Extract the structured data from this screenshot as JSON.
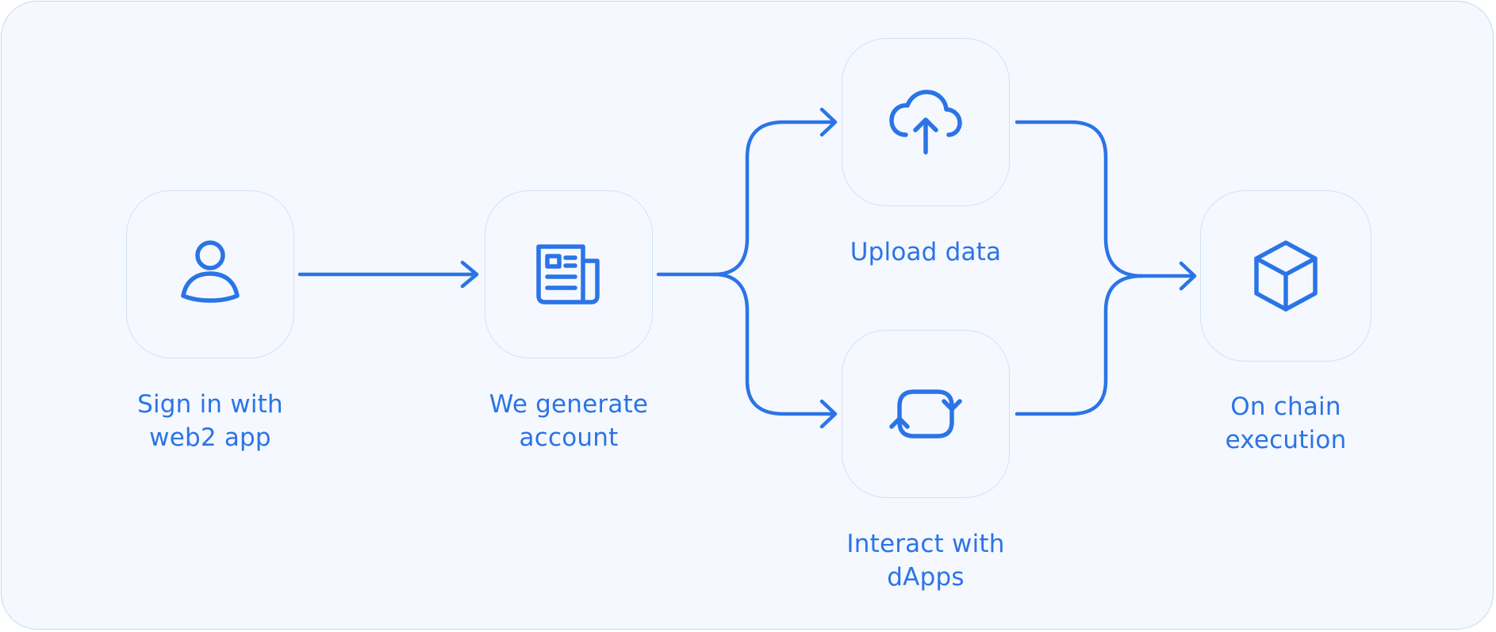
{
  "colors": {
    "accent": "#2a74e6",
    "background": "#f5f8fe",
    "border": "#c5d8f3",
    "node_border": "#d3e2f7"
  },
  "nodes": [
    {
      "id": "sign-in",
      "icon": "user-icon",
      "label": "Sign in with\nweb2 app"
    },
    {
      "id": "generate-account",
      "icon": "newspaper-icon",
      "label": "We generate\naccount"
    },
    {
      "id": "upload-data",
      "icon": "cloud-upload-icon",
      "label": "Upload data"
    },
    {
      "id": "interact-dapps",
      "icon": "refresh-icon",
      "label": "Interact with\ndApps"
    },
    {
      "id": "on-chain",
      "icon": "cube-icon",
      "label": "On chain\nexecution"
    }
  ],
  "edges": [
    {
      "from": "sign-in",
      "to": "generate-account"
    },
    {
      "from": "generate-account",
      "to": "upload-data"
    },
    {
      "from": "generate-account",
      "to": "interact-dapps"
    },
    {
      "from": "upload-data",
      "to": "on-chain"
    },
    {
      "from": "interact-dapps",
      "to": "on-chain"
    }
  ]
}
